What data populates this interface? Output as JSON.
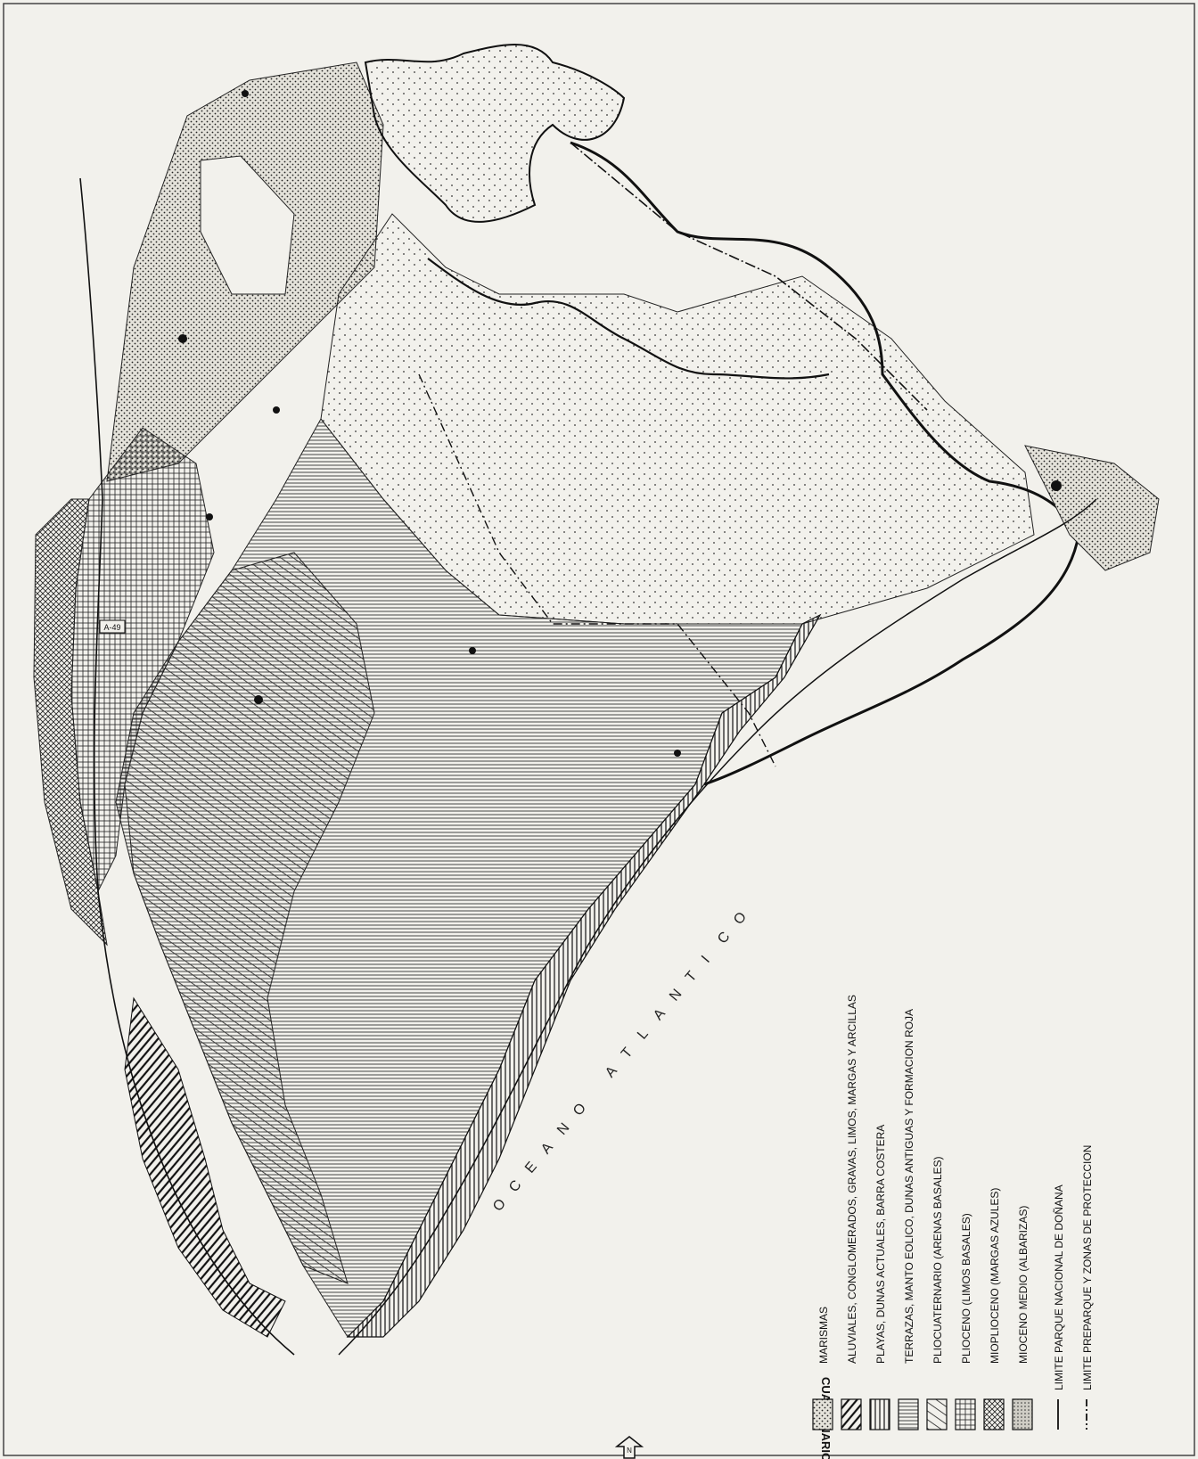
{
  "map": {
    "ocean_letters": [
      "O",
      "C",
      "E",
      "A",
      "N",
      "O",
      "",
      "A",
      "T",
      "L",
      "A",
      "N",
      "T",
      "I",
      "C",
      "O"
    ],
    "road_label": "A-49",
    "north_arrow_label": "N",
    "colors": {
      "ink": "#111111",
      "paper": "#f2f1ec"
    }
  },
  "legend": {
    "group_label": "CUATERNARIO",
    "items": [
      {
        "label": "MARISMAS",
        "pattern": "stipple-dense"
      },
      {
        "label": "ALUVIALES, CONGLOMERADOS, GRAVAS, LIMOS, MARGAS Y ARCILLAS",
        "pattern": "diagonal-bold"
      },
      {
        "label": "PLAYAS, DUNAS ACTUALES, BARRA COSTERA",
        "pattern": "vertical"
      },
      {
        "label": "TERRAZAS, MANTO EOLICO, DUNAS ANTIGUAS Y FORMACION ROJA",
        "pattern": "horizontal"
      },
      {
        "label": "PLIOCUATERNARIO (ARENAS BASALES)",
        "pattern": "diagonal"
      },
      {
        "label": "PLIOCENO (LIMOS BASALES)",
        "pattern": "grid"
      },
      {
        "label": "MIOPLIOCENO (MARGAS AZULES)",
        "pattern": "cross"
      },
      {
        "label": "MIOCENO MEDIO (ALBARIZAS)",
        "pattern": "dots"
      }
    ],
    "lines": [
      {
        "label": "LIMITE PARQUE NACIONAL DE DOÑANA",
        "style": "solid"
      },
      {
        "label": "LIMITE PREPARQUE Y ZONAS DE PROTECCION",
        "style": "dash-dot"
      }
    ]
  }
}
